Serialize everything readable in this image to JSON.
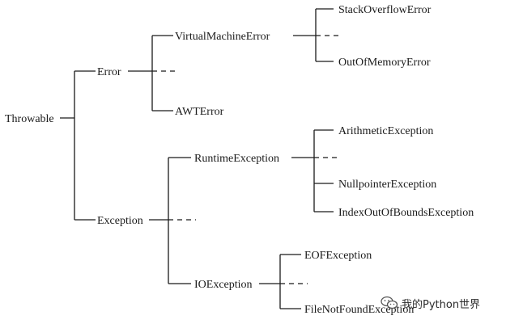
{
  "nodes": {
    "throwable": "Throwable",
    "error": "Error",
    "exception": "Exception",
    "virtual_machine_error": "VirtualMachineError",
    "awt_error": "AWTError",
    "stack_overflow_error": "StackOverflowError",
    "out_of_memory_error": "OutOfMemoryError",
    "runtime_exception": "RuntimeException",
    "io_exception": "IOException",
    "arithmetic_exception": "ArithmeticException",
    "nullpointer_exception": "NullpointerException",
    "index_out_of_bounds_exception": "IndexOutOfBoundsException",
    "eof_exception": "EOFException",
    "file_not_found_exception": "FileNotFoundException"
  },
  "watermark": {
    "text": "我的Python世界",
    "icon": "wechat-icon"
  },
  "colors": {
    "line": "#1a1a1a",
    "text": "#1a1a1a"
  }
}
